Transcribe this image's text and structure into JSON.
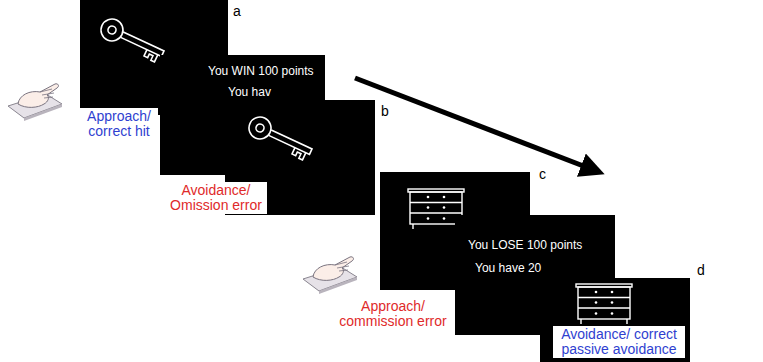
{
  "diagram": {
    "nodes": [
      {
        "text": [
          "You WIN 100 points",
          "You hav"
        ]
      },
      {
        "text": [
          "You LOSE 100 points",
          "You have 20"
        ]
      }
    ],
    "labels": [
      "a",
      "b",
      "c",
      "d",
      "Approach/ correct hit",
      "Avoidance/ Omission error",
      "Approach/ commission error",
      "Avoidance/ correct passive avoidance"
    ]
  }
}
